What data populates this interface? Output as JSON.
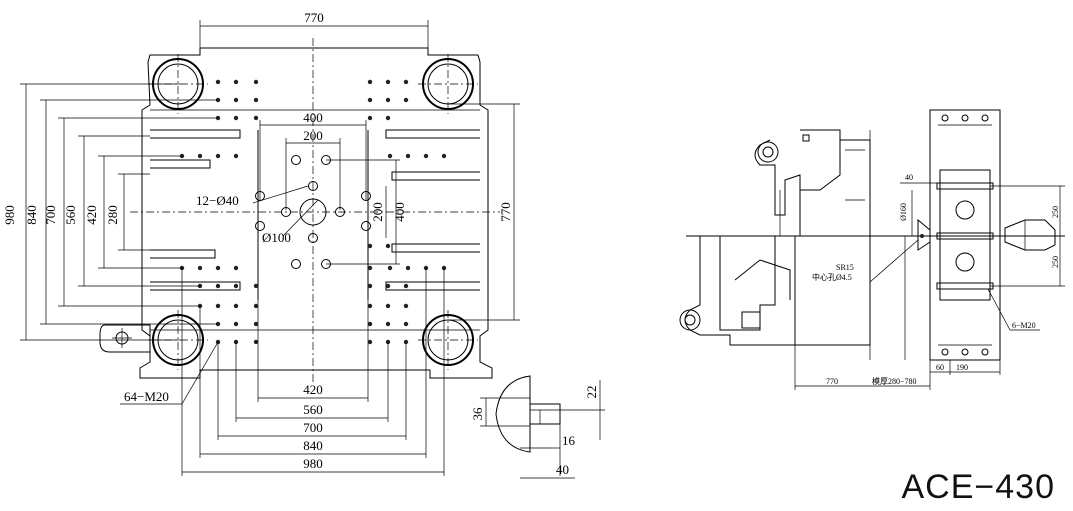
{
  "model": "ACE−430",
  "platen_view": {
    "top_dim": "770",
    "vertical_dims": [
      "980",
      "840",
      "700",
      "560",
      "420",
      "280"
    ],
    "inner_top_dims": [
      "400",
      "200"
    ],
    "right_dims": [
      "200",
      "400",
      "770"
    ],
    "bottom_dims": [
      "420",
      "560",
      "700",
      "840",
      "980"
    ],
    "label_holes": "12−Ø40",
    "label_center": "Ø100",
    "label_tapped": "64−M20"
  },
  "slot_detail": {
    "dims": [
      "22",
      "36",
      "16",
      "40"
    ]
  },
  "side_view": {
    "dim_40": "40",
    "dim_160": "Ø160",
    "dim_250_top": "250",
    "dim_250_bottom": "250",
    "label_sr": "SR15",
    "label_center_hole": "中心孔Ø4.5",
    "label_m20": "6−M20",
    "dim_60": "60",
    "dim_190": "190",
    "dim_770": "770",
    "dim_mold": "模厚280−780"
  }
}
